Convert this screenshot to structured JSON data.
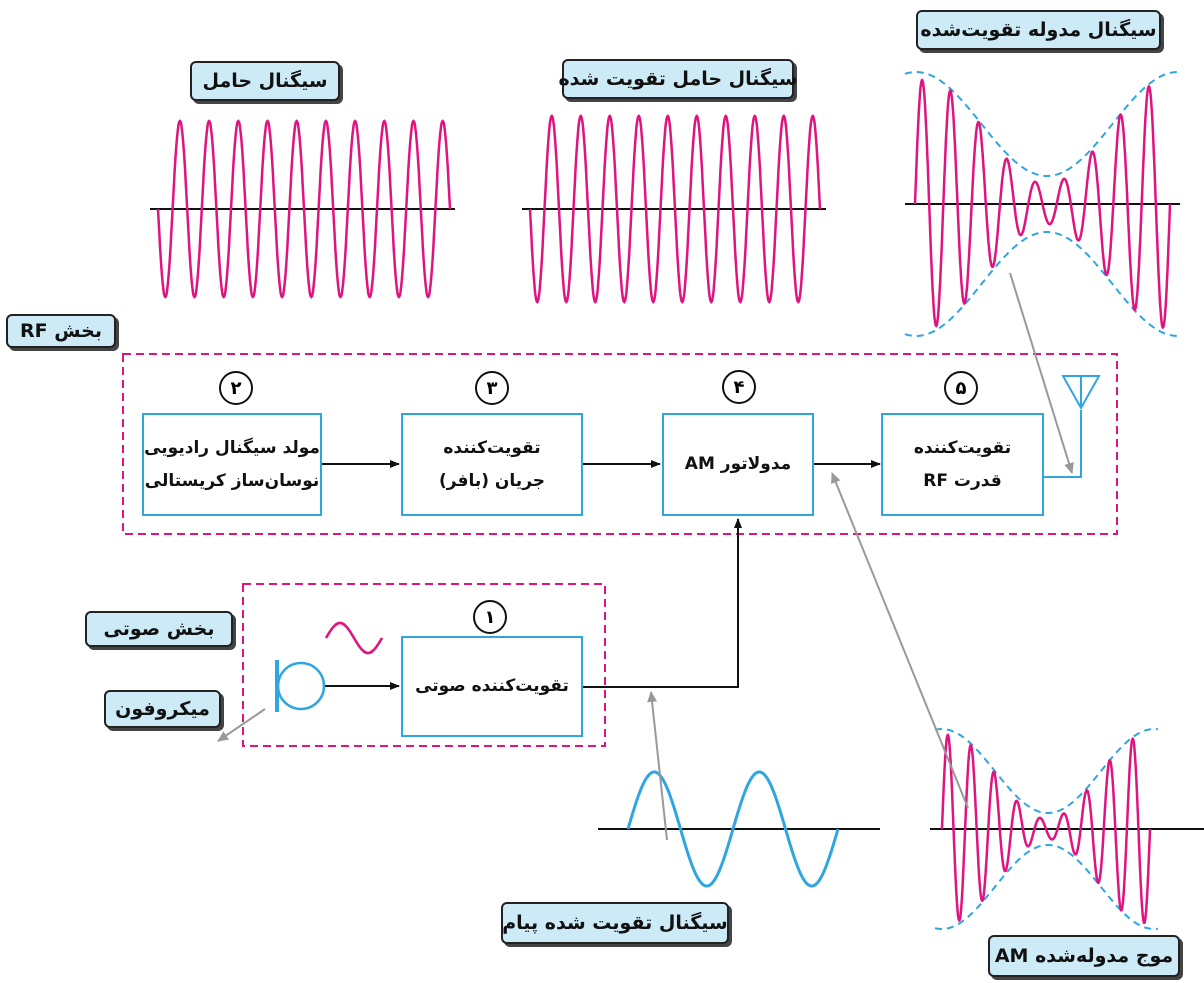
{
  "labels": {
    "carrier": "سیگنال حامل",
    "amplified_carrier": "سیگنال حامل تقویت شده",
    "amplified_modulated": "سیگنال مدوله تقویت‌شده",
    "rf_section": "بخش RF",
    "audio_section": "بخش صوتی",
    "microphone": "میکروفون",
    "amplified_message": "سیگنال تقویت شده پیام",
    "am_modulated_wave": "موج مدوله‌شده AM"
  },
  "blocks": [
    {
      "num": "۱",
      "line1": "تقویت‌کننده صوتی",
      "line2": ""
    },
    {
      "num": "۲",
      "line1": "مولد سیگنال رادیویی",
      "line2": "نوسان‌ساز کریستالی"
    },
    {
      "num": "۳",
      "line1": "تقویت‌کننده",
      "line2": "جریان (بافر)"
    },
    {
      "num": "۴",
      "line1": "مدولاتور AM",
      "line2": ""
    },
    {
      "num": "۵",
      "line1": "تقویت‌کننده",
      "line2": "قدرت RF"
    }
  ],
  "colors": {
    "wave": "#e0147f",
    "envelope": "#2fa6e0",
    "section_border": "#e0147f",
    "block_border": "#2fa6e0",
    "callout_fill": "#cdeaf7",
    "pointer": "#999999"
  }
}
